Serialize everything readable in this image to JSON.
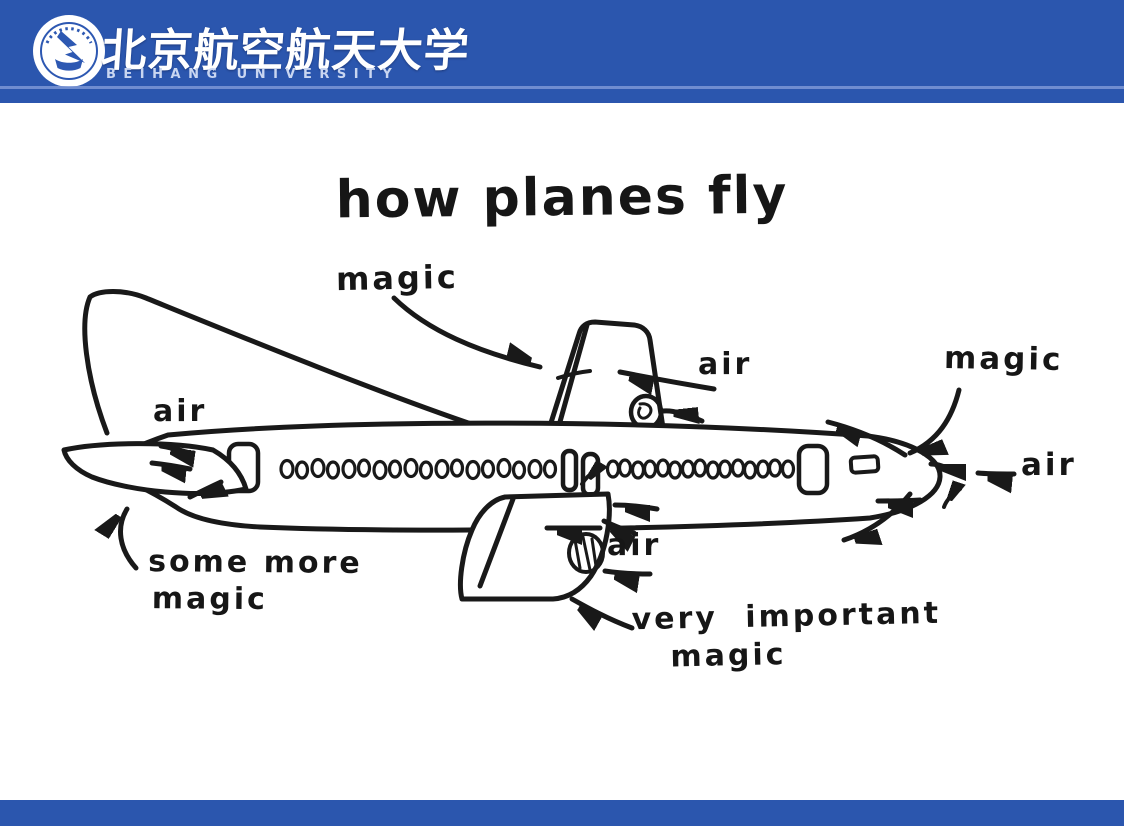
{
  "header": {
    "university_cn": "北京航空航天大学",
    "university_en": "BEIHANG UNIVERSITY"
  },
  "slide": {
    "title": "how planes fly",
    "labels": {
      "magic_wing": "magic",
      "air_wing_top": "air",
      "magic_nose": "magic",
      "air_nose": "air",
      "air_tail": "air",
      "air_wing_bottom": "air",
      "some_more_magic_line1": "some more",
      "some_more_magic_line2": "magic",
      "very_important_line1": "very important",
      "very_important_line2": "magic"
    }
  },
  "colors": {
    "header_blue": "#2b56ae",
    "header_divider": "#7d97d6",
    "ink": "#191919"
  }
}
